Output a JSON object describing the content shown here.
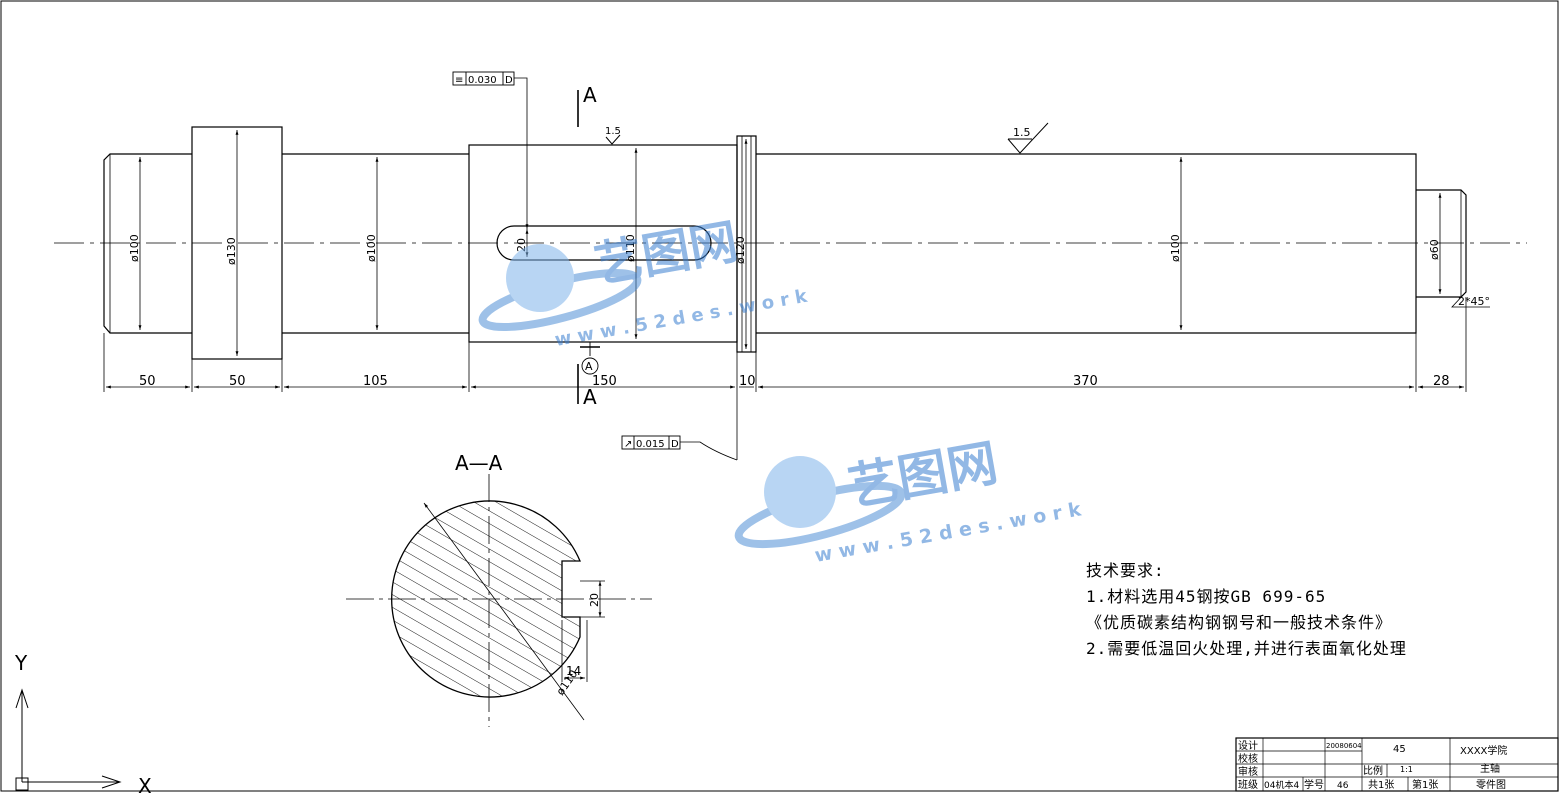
{
  "dimensions": {
    "d1": "ø100",
    "d2": "ø130",
    "d3": "ø100",
    "d4": "ø110",
    "d5": "ø120",
    "d6": "ø100",
    "d7": "ø60",
    "len1": "50",
    "len2": "50",
    "len3": "105",
    "len4": "150",
    "len5": "10",
    "len6": "370",
    "len7": "28",
    "keyway_width": "20",
    "keyway_depth": "14",
    "section_dia": "ø110",
    "section_key": "20",
    "chamfer": "2*45°"
  },
  "roughness": {
    "r1": "1.5",
    "r2": "1.5"
  },
  "tolerances": {
    "symmetry": {
      "symbol": "≡",
      "value": "0.030",
      "datum": "D"
    },
    "runout": {
      "symbol": "↗",
      "value": "0.015",
      "datum": "D"
    }
  },
  "datum_label": "A",
  "section_marks": {
    "top": "A",
    "bottom": "A",
    "title": "A—A"
  },
  "watermark": {
    "name": "艺图网",
    "url": "w w w . 5 2 d e s . w o r k"
  },
  "notes": {
    "title": "技术要求:",
    "line1": "1.材料选用45钢按GB 699-65",
    "line2": "《优质碳素结构钢钢号和一般技术条件》",
    "line3": "2.需要低温回火处理,并进行表面氧化处理"
  },
  "axes": {
    "y": "Y",
    "x": "X"
  },
  "title_block": {
    "design_label": "设计",
    "check_label": "校核",
    "review_label": "审核",
    "class_label": "班级",
    "date": "20080604",
    "material": "45",
    "school": "XXXX学院",
    "scale_label": "比例",
    "scale": "1:1",
    "part_name": "主轴",
    "class_value": "04机本4",
    "student_no_label": "学号",
    "student_no": "46",
    "sheets_total": "共1张",
    "sheet_no": "第1张",
    "drawing_type": "零件图"
  }
}
